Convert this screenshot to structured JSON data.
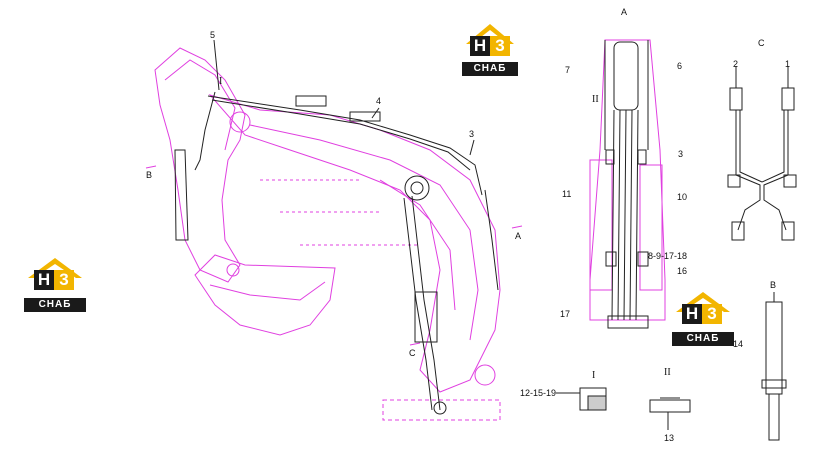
{
  "logo": {
    "mark_h": "H",
    "mark_3": "3",
    "badge": "СНАБ"
  },
  "callouts": {
    "n1": "1",
    "n2": "2",
    "n3": "3",
    "n3b": "3",
    "n4": "4",
    "n5": "5",
    "n6": "6",
    "n7": "7",
    "n10": "10",
    "n11": "11",
    "n12_15_19": "12-15-19",
    "n13": "13",
    "n14": "14",
    "n16": "16",
    "n17": "17",
    "n8_9_17_18": "8-9-17-18"
  },
  "views": {
    "A_top": "A",
    "A_arrow": "A",
    "B_top": "B",
    "B_arrow": "B",
    "C_top": "C",
    "C_arrow": "C",
    "I_main": "I",
    "I_detail": "I",
    "II_main": "II",
    "II_detail": "II"
  },
  "colors": {
    "frame": "#e040e0",
    "line": "#222222",
    "accent": "#f2b500",
    "dark": "#1a1a1a"
  }
}
